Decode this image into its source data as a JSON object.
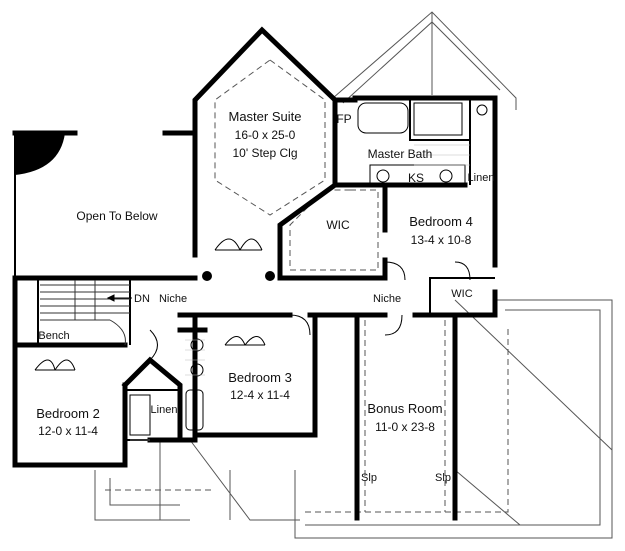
{
  "rooms": {
    "master_suite": {
      "name": "Master Suite",
      "dims": "16-0 x 25-0",
      "note": "10' Step Clg"
    },
    "fp": "FP",
    "master_bath": "Master Bath",
    "ks": "KS",
    "linen_master": "Linen",
    "open_to_below": "Open To Below",
    "wic_master": "WIC",
    "bedroom4": {
      "name": "Bedroom 4",
      "dims": "13-4 x 10-8"
    },
    "dn": "DN",
    "niche_left": "Niche",
    "niche_right": "Niche",
    "wic_bed4": "WIC",
    "bench": "Bench",
    "bedroom3": {
      "name": "Bedroom 3",
      "dims": "12-4 x 11-4"
    },
    "bedroom2": {
      "name": "Bedroom 2",
      "dims": "12-0 x 11-4"
    },
    "linen_hall": "Linen",
    "bonus_room": {
      "name": "Bonus Room",
      "dims": "11-0 x 23-8"
    },
    "slp_left": "Slp",
    "slp_right": "Slp"
  }
}
